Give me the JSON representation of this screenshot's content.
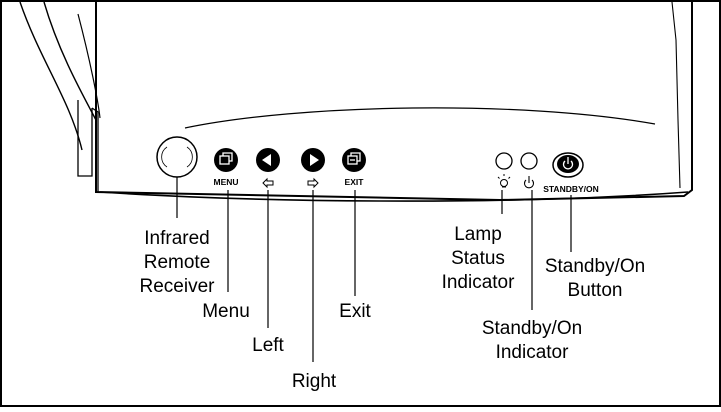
{
  "panel": {
    "buttons": {
      "menu_label": "MENU",
      "exit_label": "EXIT",
      "standby_label": "STANDBY/ON"
    }
  },
  "callouts": {
    "infrared": [
      "Infrared",
      "Remote",
      "Receiver"
    ],
    "menu": "Menu",
    "left": "Left",
    "right": "Right",
    "exit": "Exit",
    "lamp": [
      "Lamp",
      "Status",
      "Indicator"
    ],
    "standby_button": [
      "Standby/On",
      "Button"
    ],
    "standby_indicator": [
      "Standby/On",
      "Indicator"
    ]
  },
  "icons": {
    "menu": "menu-icon",
    "left": "left-arrow-icon",
    "right": "right-arrow-icon",
    "exit": "exit-icon",
    "lamp": "lamp-icon",
    "power": "power-icon"
  },
  "colors": {
    "ink": "#000000",
    "background": "#ffffff"
  }
}
